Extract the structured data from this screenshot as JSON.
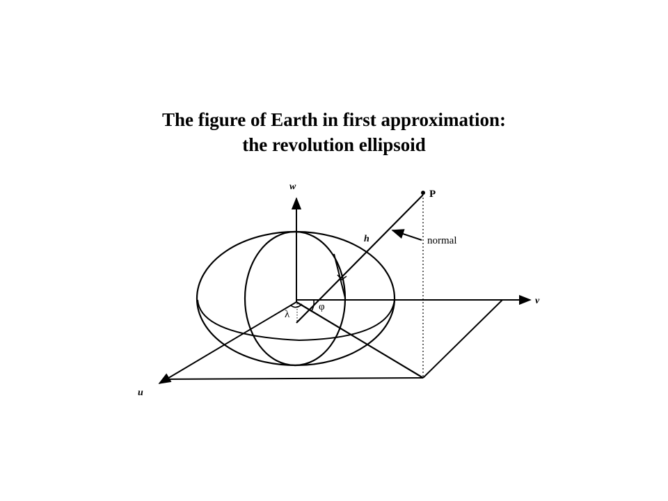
{
  "title": {
    "line1": "The figure of Earth in first approximation:",
    "line2": "the revolution ellipsoid"
  },
  "diagram": {
    "axes": {
      "u": "u",
      "v": "v",
      "w": "w"
    },
    "point_label": "P",
    "height_label": "h",
    "normal_label": "normal",
    "longitude_symbol": "λ",
    "latitude_symbol": "φ"
  }
}
